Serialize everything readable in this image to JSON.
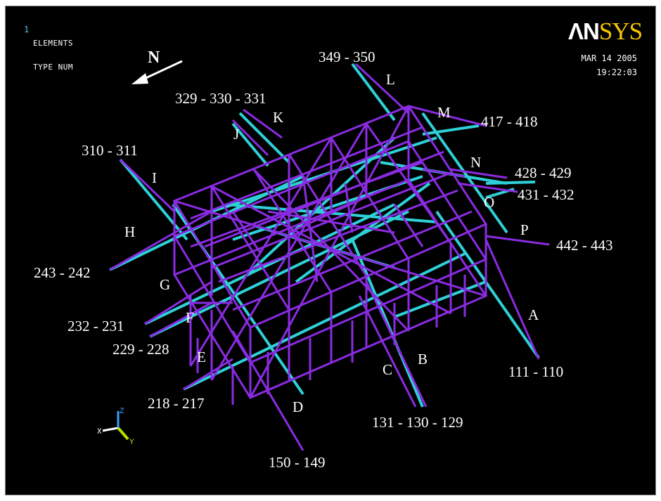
{
  "window": {
    "number": "1"
  },
  "header": {
    "line1": "ELEMENTS",
    "line2": "TYPE NUM"
  },
  "timestamp": {
    "date": "MAR 14 2005",
    "time": "19:22:03"
  },
  "logo": {
    "prefix": "ΛN",
    "suffix": "SYS"
  },
  "north_indicator": {
    "label": "N",
    "icon": "arrow-icon"
  },
  "legs": {
    "L": "349 - 350",
    "K": "329 - 330 - 331",
    "J": "",
    "M": "417 - 418",
    "I": "310 - 311",
    "N": "428 - 429",
    "O": "431 - 432",
    "H": "243 - 242",
    "P": "442 - 443",
    "G": "232 - 231",
    "F": "229 - 228",
    "E": "218 - 217",
    "A": "111 - 110",
    "B": "131 - 130 - 129",
    "C": "",
    "D": "150 - 149"
  },
  "leg_letters": [
    "A",
    "B",
    "C",
    "D",
    "E",
    "F",
    "G",
    "H",
    "I",
    "J",
    "K",
    "L",
    "M",
    "N",
    "O",
    "P"
  ],
  "triad": {
    "x": "X",
    "y": "Y",
    "z": "Z"
  },
  "colors": {
    "background": "#000000",
    "member_purple": "#8a2be2",
    "member_cyan": "#2fd0d8",
    "text": "#ffffff",
    "accent_yellow": "#f5c400",
    "triad_y": "#b7e000",
    "triad_z": "#3aa0ff"
  }
}
